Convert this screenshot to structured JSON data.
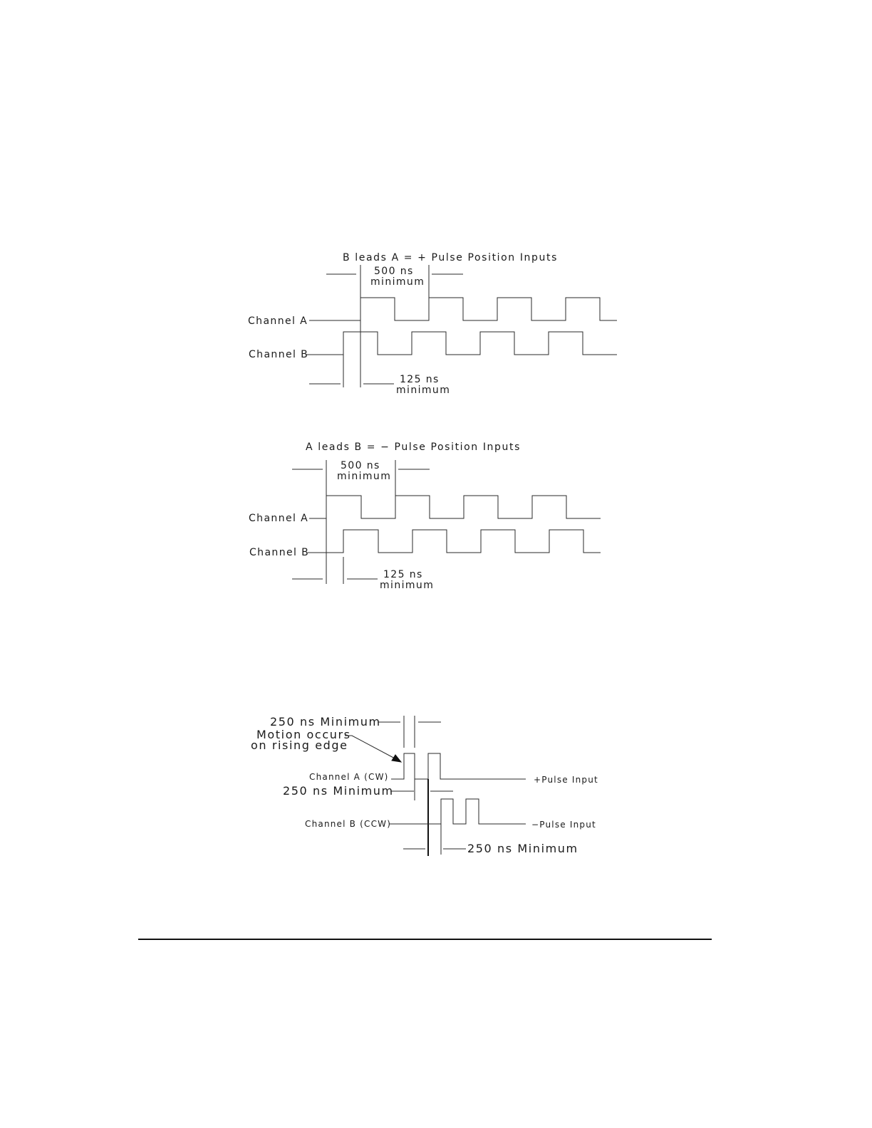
{
  "quadrature_positive": {
    "title": "B leads A = + Pulse Position Inputs",
    "period_label_value": "500 ns",
    "period_label_sub": "minimum",
    "channel_a_label": "Channel A",
    "channel_b_label": "Channel B",
    "offset_label_value": "125 ns",
    "offset_label_sub": "minimum"
  },
  "quadrature_negative": {
    "title": "A leads B = − Pulse Position Inputs",
    "period_label_value": "500 ns",
    "period_label_sub": "minimum",
    "channel_a_label": "Channel A",
    "channel_b_label": "Channel B",
    "offset_label_value": "125 ns",
    "offset_label_sub": "minimum"
  },
  "step_direction": {
    "width_label_top": "250 ns Minimum",
    "motion_note_line1": "Motion occurs",
    "motion_note_line2": "on rising edge",
    "channel_a_label": "Channel A (CW)",
    "plus_pulse_label": "+Pulse Input",
    "gap_label": "250 ns Minimum",
    "channel_b_label": "Channel B (CCW)",
    "minus_pulse_label": "−Pulse Input",
    "bottom_label": "250 ns Minimum"
  }
}
